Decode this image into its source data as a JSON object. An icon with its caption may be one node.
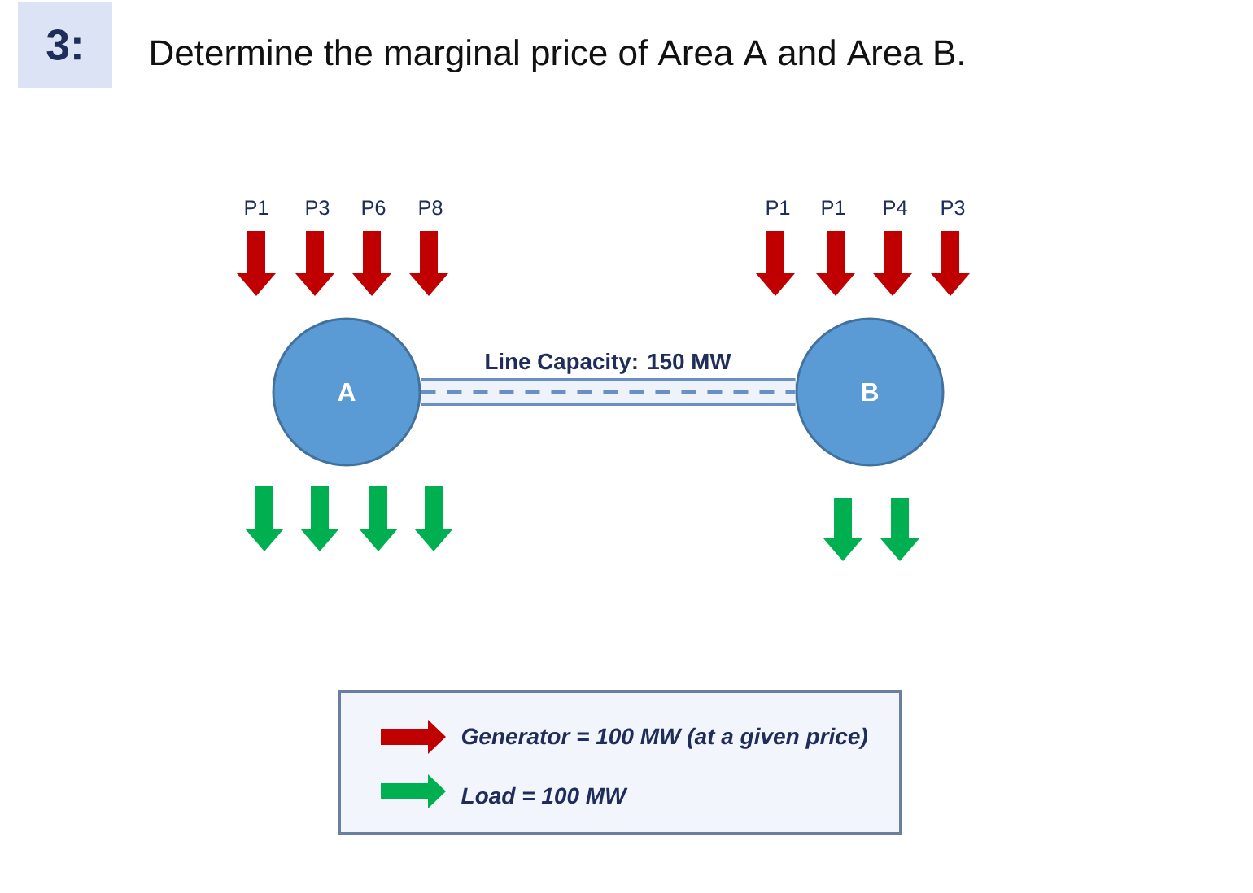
{
  "diagram": {
    "title": "Determine the marginal price of Area A and Area B.",
    "nodes": [
      {
        "text": [
          "3:"
        ]
      },
      {
        "text": [
          "A"
        ]
      },
      {
        "text": [
          "B"
        ]
      }
    ],
    "edges": [
      {
        "from": 1,
        "to": 2,
        "arrow": "none",
        "label": "Line Capacity: 150 MW"
      }
    ],
    "labels": [
      "P1",
      "P3",
      "P6",
      "P8",
      "P1",
      "P1",
      "P4",
      "P3"
    ],
    "legend": [
      {
        "text": "Generator = 100 MW (at a given price)",
        "color": "#c00000"
      },
      {
        "text": "Load = 100 MW",
        "color": "#00b050"
      }
    ]
  }
}
